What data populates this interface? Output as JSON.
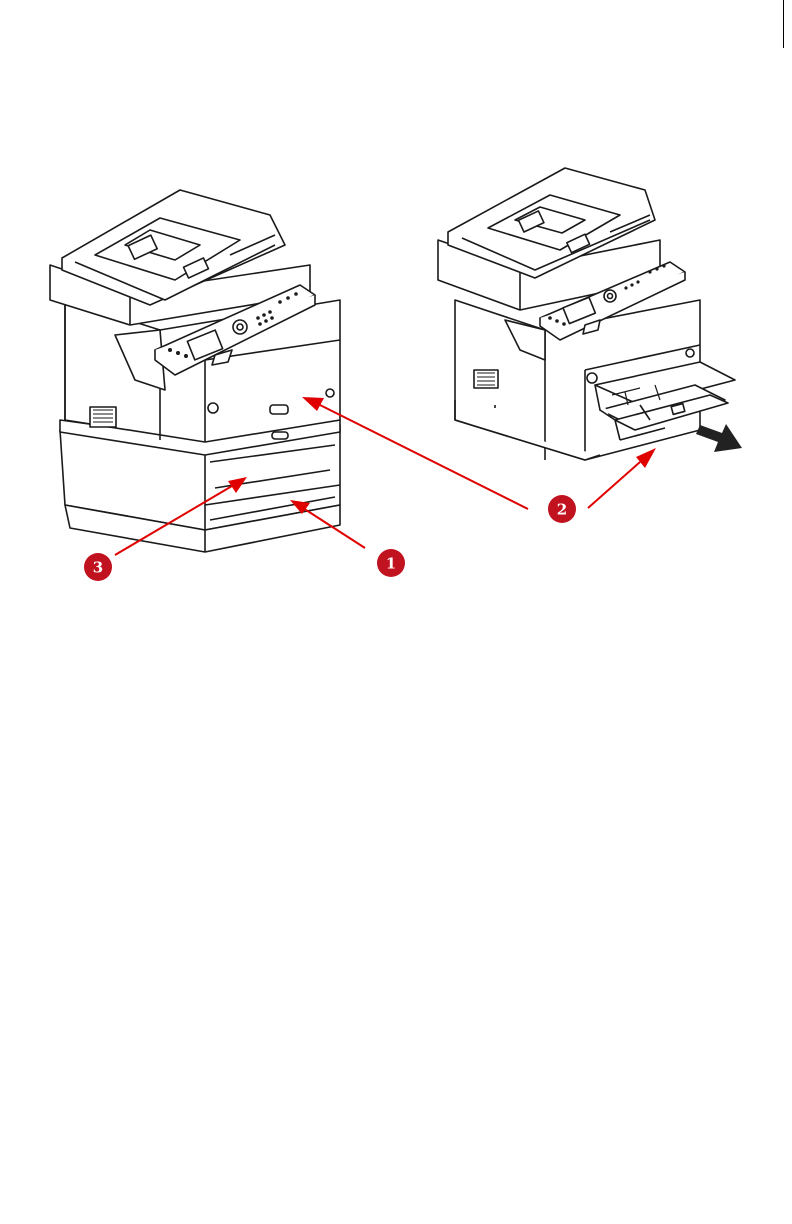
{
  "callouts": [
    {
      "id": "1",
      "label": "1"
    },
    {
      "id": "2",
      "label": "2"
    },
    {
      "id": "3",
      "label": "3"
    }
  ],
  "colors": {
    "line": "#1a1a1a",
    "callout": "#e00000",
    "badge": "#c1121f",
    "arrow_dark": "#222222"
  },
  "icons": [
    "printer-illustration",
    "printer-illustration-open-tray",
    "pull-direction-arrow-icon"
  ]
}
